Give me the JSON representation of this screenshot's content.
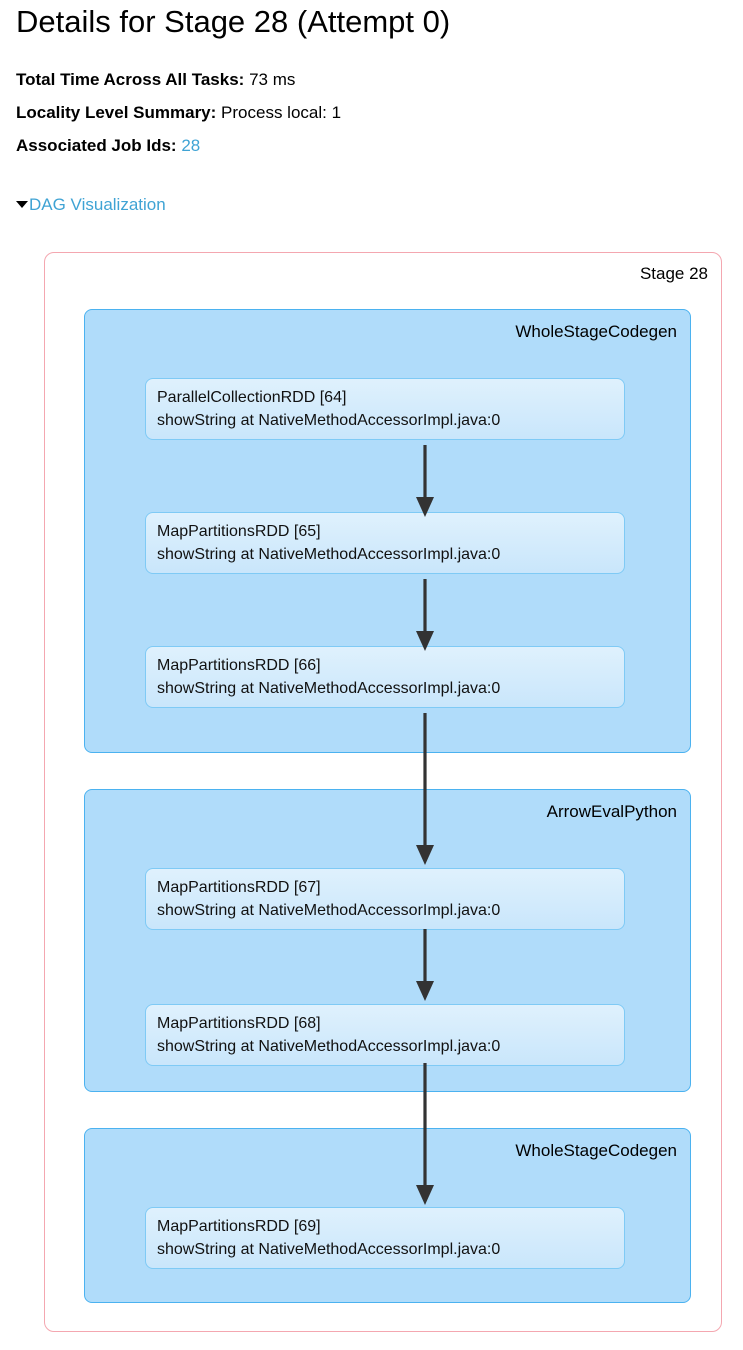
{
  "page": {
    "title": "Details for Stage 28 (Attempt 0)"
  },
  "summary": {
    "total_time": {
      "key": "Total Time Across All Tasks:",
      "value": "73 ms"
    },
    "locality": {
      "key": "Locality Level Summary:",
      "value": "Process local: 1"
    },
    "job_ids": {
      "key": "Associated Job Ids:",
      "value": "28"
    }
  },
  "dag": {
    "toggle_label": "DAG Visualization",
    "stage_label": "Stage 28",
    "colors": {
      "stage_border": "#f4a7b0",
      "cluster_fill": "#b0dcfa",
      "cluster_border": "#4bb2f0",
      "node_fill": "#d6eefc",
      "node_border": "#7fcaf5",
      "arrow": "#333333",
      "link": "#3fa3d4"
    },
    "clusters": [
      {
        "label": "WholeStageCodegen",
        "nodes": [
          {
            "name": "ParallelCollectionRDD [64]",
            "callsite": "showString at NativeMethodAccessorImpl.java:0"
          },
          {
            "name": "MapPartitionsRDD [65]",
            "callsite": "showString at NativeMethodAccessorImpl.java:0"
          },
          {
            "name": "MapPartitionsRDD [66]",
            "callsite": "showString at NativeMethodAccessorImpl.java:0"
          }
        ]
      },
      {
        "label": "ArrowEvalPython",
        "nodes": [
          {
            "name": "MapPartitionsRDD [67]",
            "callsite": "showString at NativeMethodAccessorImpl.java:0"
          },
          {
            "name": "MapPartitionsRDD [68]",
            "callsite": "showString at NativeMethodAccessorImpl.java:0"
          }
        ]
      },
      {
        "label": "WholeStageCodegen",
        "nodes": [
          {
            "name": "MapPartitionsRDD [69]",
            "callsite": "showString at NativeMethodAccessorImpl.java:0"
          }
        ]
      }
    ]
  }
}
